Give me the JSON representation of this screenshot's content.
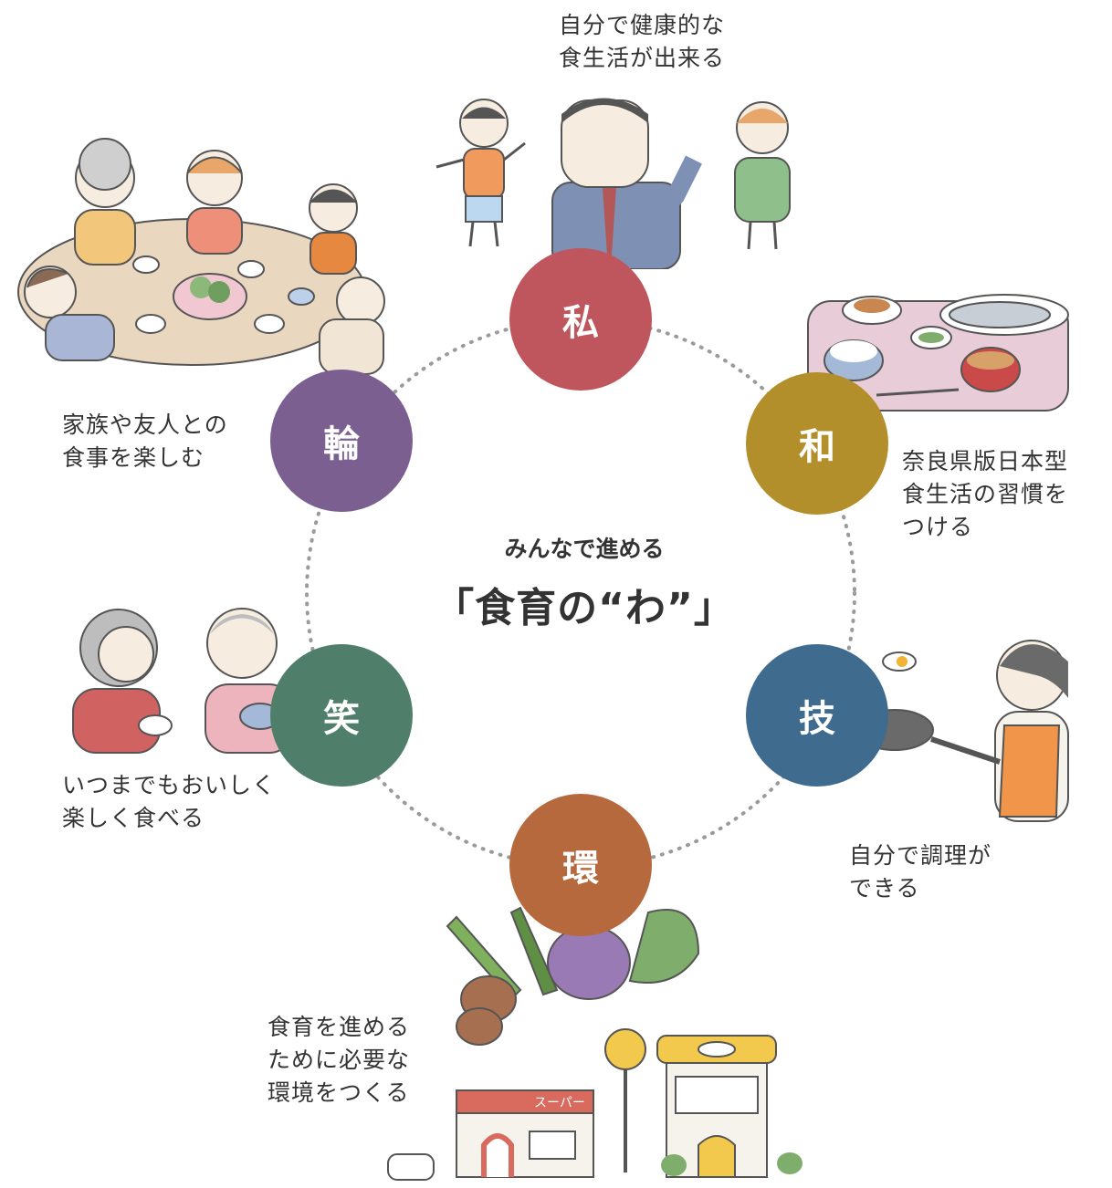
{
  "center": {
    "subtitle": "みんなで進める",
    "title": "「食育の“わ”」"
  },
  "nodes": [
    {
      "key": "watashi",
      "char": "私",
      "color": "#c0565d",
      "caption": [
        "自分で健康的な",
        "食生活が出来る"
      ]
    },
    {
      "key": "wa-japanese",
      "char": "和",
      "color": "#b38f2c",
      "caption": [
        "奈良県版日本型",
        "食生活の習慣を",
        "つける"
      ]
    },
    {
      "key": "waza",
      "char": "技",
      "color": "#3f6b8e",
      "caption": [
        "自分で調理が",
        "できる"
      ]
    },
    {
      "key": "kan",
      "char": "環",
      "color": "#b5693d",
      "caption": [
        "食育を進める",
        "ために必要な",
        "環境をつくる"
      ]
    },
    {
      "key": "emi",
      "char": "笑",
      "color": "#4f7f6b",
      "caption": [
        "いつまでもおいしく",
        "楽しく食べる"
      ]
    },
    {
      "key": "rin",
      "char": "輪",
      "color": "#7a5f90",
      "caption": [
        "家族や友人との",
        "食事を楽しむ"
      ]
    }
  ],
  "illustrations": {
    "supermarket_sign": "スーパー",
    "ring_color": "#9a9a9a"
  }
}
